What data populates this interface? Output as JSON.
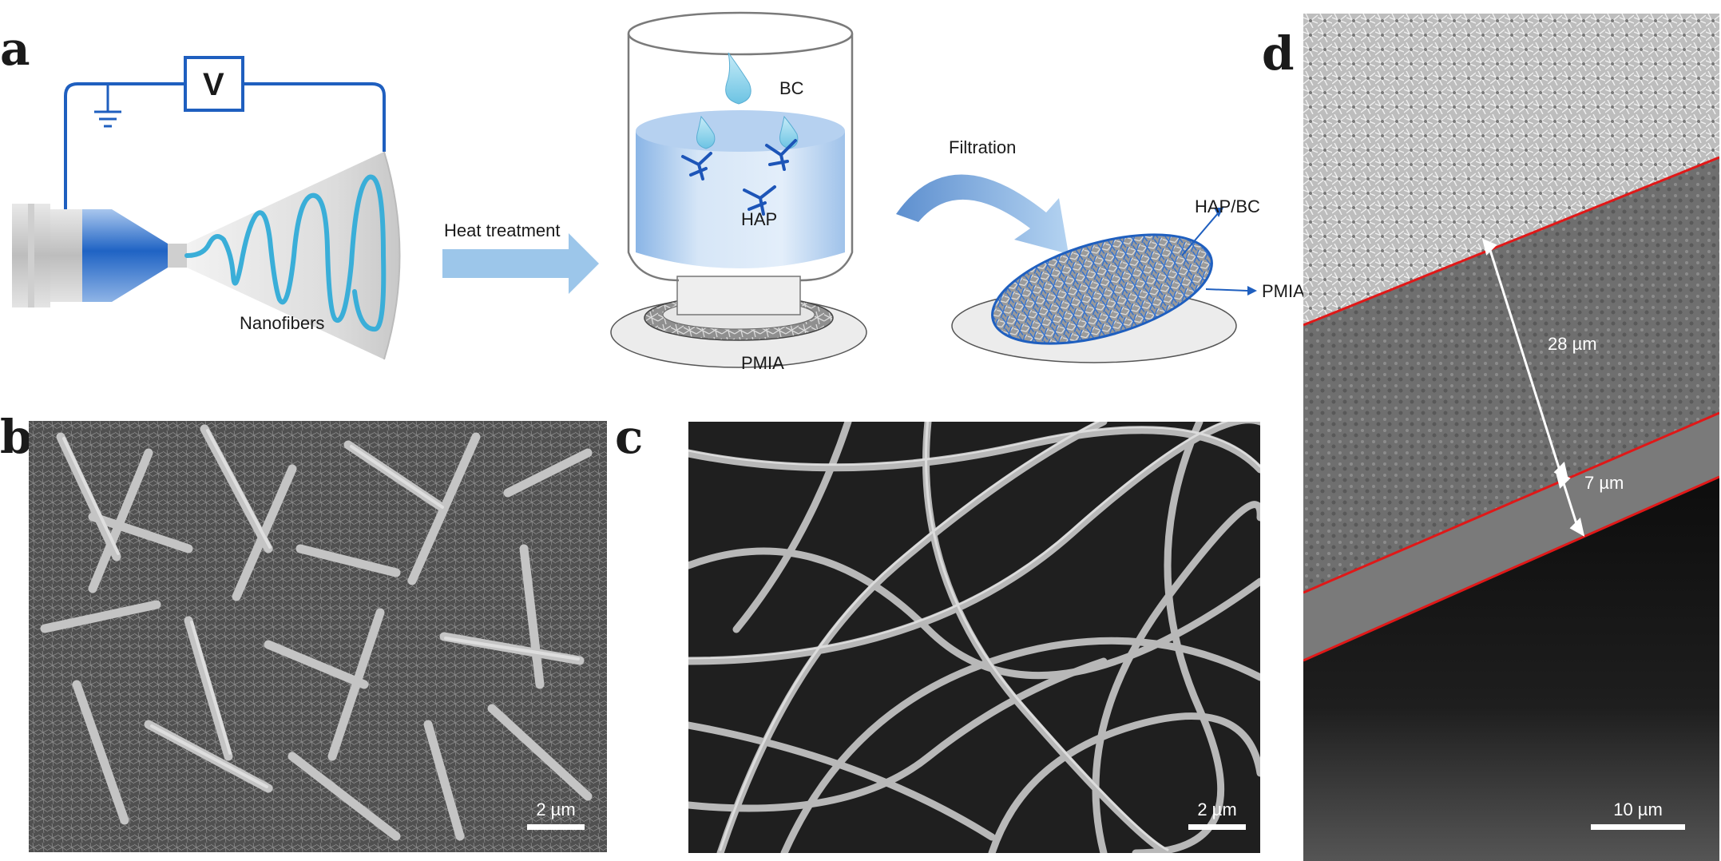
{
  "panels": {
    "a": {
      "letter": "a",
      "voltage_label": "V",
      "nanofibers_label": "Nanofibers",
      "step1_label": "Heat treatment",
      "bc_label": "BC",
      "hap_label": "HAP",
      "pmia_beaker_label": "PMIA",
      "step2_label": "Filtration",
      "hapbc_label": "HAP/BC",
      "pmia_membrane_label": "PMIA"
    },
    "b": {
      "letter": "b",
      "scale_label": "2 µm"
    },
    "c": {
      "letter": "c",
      "scale_label": "2 µm"
    },
    "d": {
      "letter": "d",
      "scale_label": "10 µm",
      "thickness_top": "28 µm",
      "thickness_bottom": "7 µm"
    }
  },
  "colors": {
    "wire_blue": "#1f5fbf",
    "fiber_cyan": "#4cb6dd",
    "arrow_blue": "#9cc6ea",
    "hap_blue": "#1d55b8",
    "red_line": "#e01818"
  }
}
